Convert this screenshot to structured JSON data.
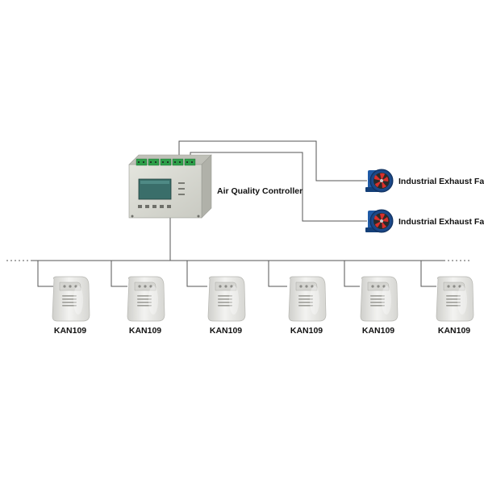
{
  "controller": {
    "label": "Air Quality Controller"
  },
  "fans": [
    {
      "label": "Industrial Exhaust Fan",
      "icon": "exhaust-fan-icon"
    },
    {
      "label": "Industrial Exhaust Fan",
      "icon": "exhaust-fan-icon"
    }
  ],
  "sensors": [
    {
      "label": "KAN109",
      "icon": "gas-detector-icon"
    },
    {
      "label": "KAN109",
      "icon": "gas-detector-icon"
    },
    {
      "label": "KAN109",
      "icon": "gas-detector-icon"
    },
    {
      "label": "KAN109",
      "icon": "gas-detector-icon"
    },
    {
      "label": "KAN109",
      "icon": "gas-detector-icon"
    },
    {
      "label": "KAN109",
      "icon": "gas-detector-icon"
    }
  ],
  "colors": {
    "wire": "#555555",
    "device_body": "#d8d9d2",
    "terminal": "#2e9e4a",
    "display": "#3a6e6a",
    "fan_housing": "#1f5aa6",
    "fan_blades": "#d9302b",
    "sensor_body": "#e9e9e6"
  }
}
